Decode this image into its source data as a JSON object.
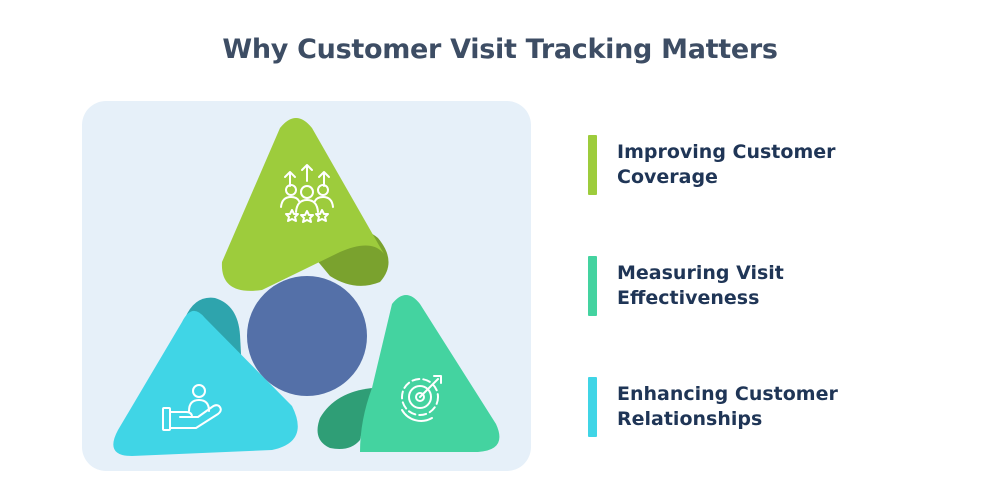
{
  "title": "Why Customer Visit Tracking Matters",
  "colors": {
    "green": "#9dcc3c",
    "green_dark": "#7aa22e",
    "teal": "#44d3a0",
    "teal_dark": "#2f9e76",
    "cyan": "#40d5e6",
    "cyan_dark": "#2ea4ad",
    "center": "#5470a8",
    "panel": "#e6f0f9",
    "text": "#1f3556",
    "title": "#3d4d64"
  },
  "items": [
    {
      "label": "Improving Customer Coverage",
      "color": "#9dcc3c",
      "icon": "team-growth-icon"
    },
    {
      "label": "Measuring Visit Effectiveness",
      "color": "#44d3a0",
      "icon": "target-gear-icon"
    },
    {
      "label": "Enhancing Customer Relationships",
      "color": "#40d5e6",
      "icon": "hand-person-icon"
    }
  ]
}
